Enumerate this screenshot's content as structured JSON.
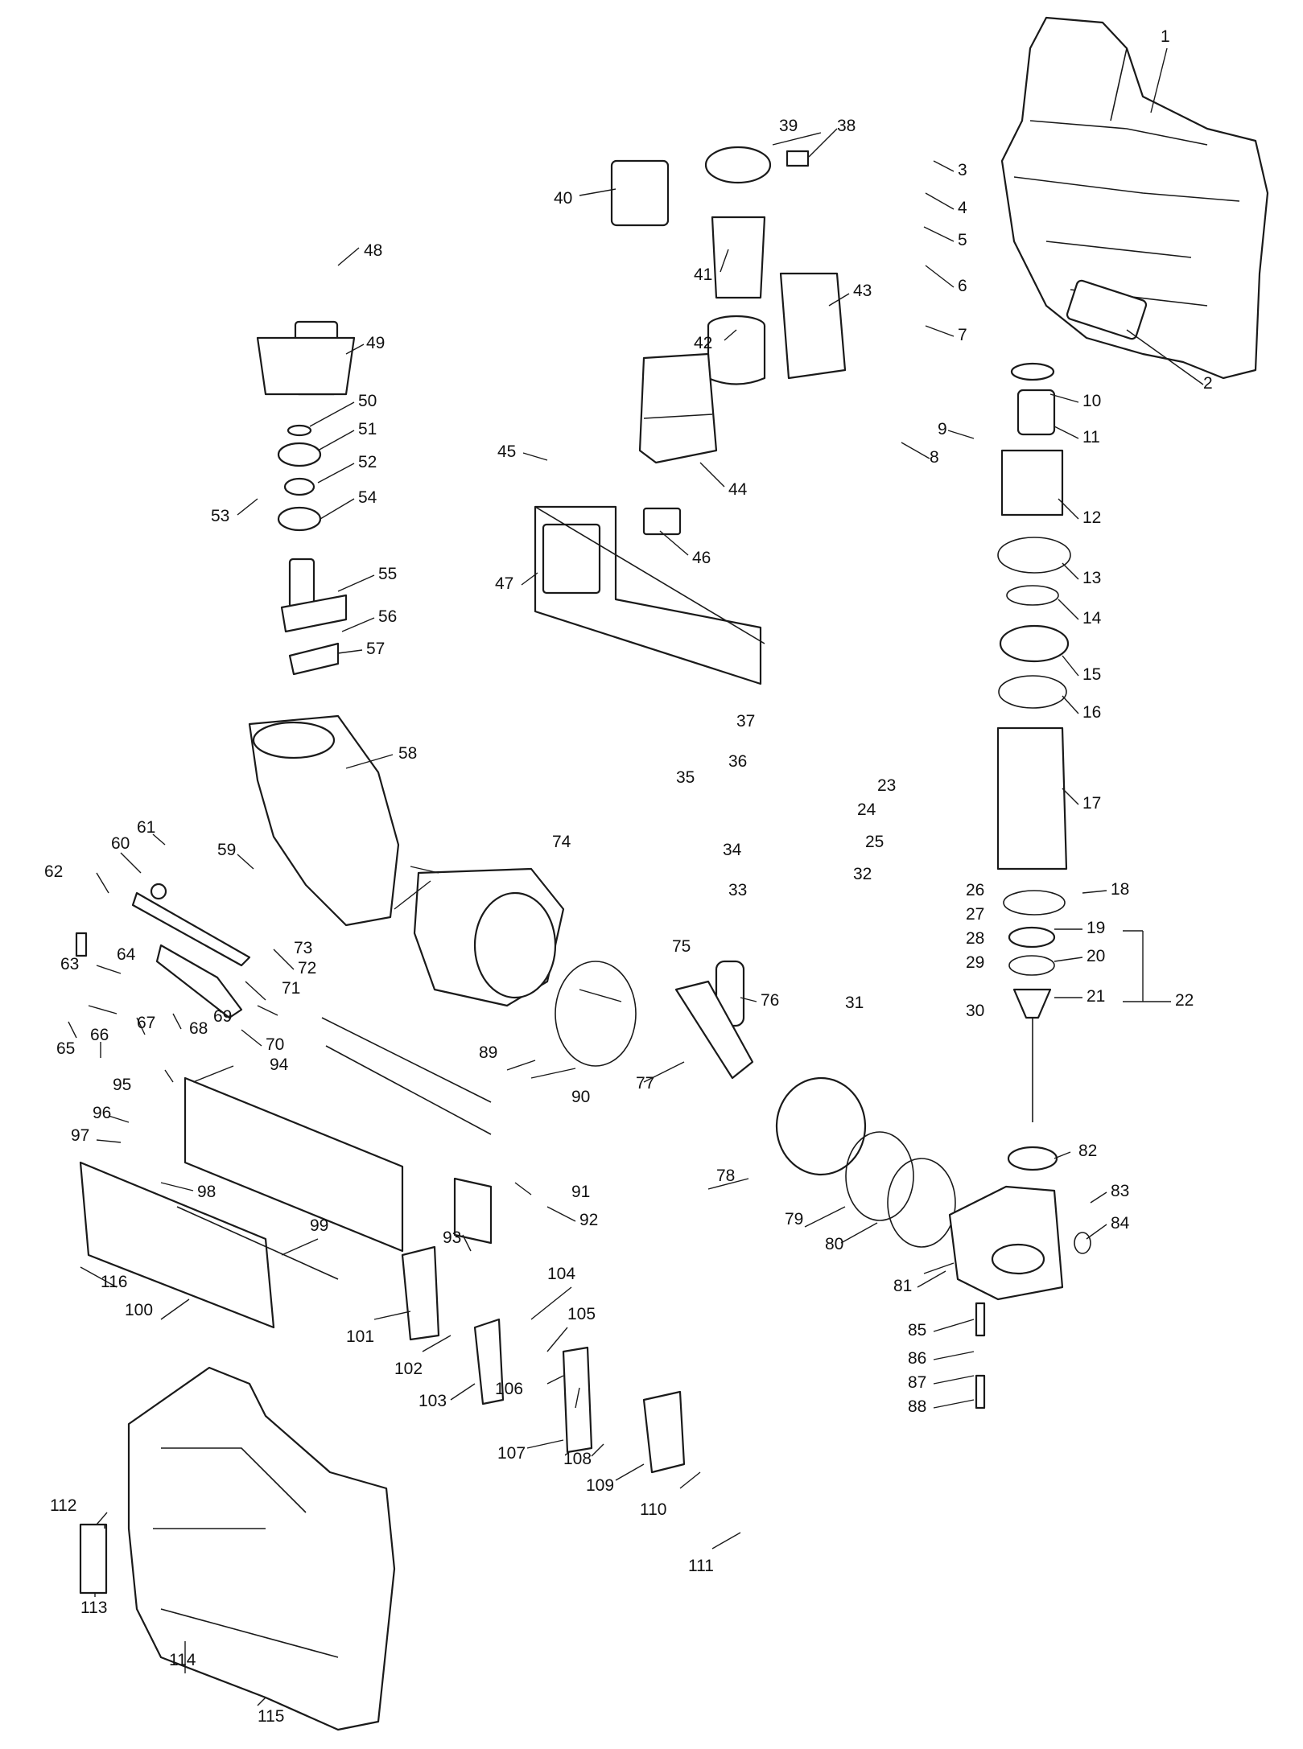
{
  "callouts": [
    {
      "id": "p1",
      "text": "1"
    },
    {
      "id": "p2",
      "text": "2"
    },
    {
      "id": "p3",
      "text": "3"
    },
    {
      "id": "p4",
      "text": "4"
    },
    {
      "id": "p5",
      "text": "5"
    },
    {
      "id": "p6",
      "text": "6"
    },
    {
      "id": "p7",
      "text": "7"
    },
    {
      "id": "p8",
      "text": "8"
    },
    {
      "id": "p9",
      "text": "9"
    },
    {
      "id": "p10",
      "text": "10"
    },
    {
      "id": "p11",
      "text": "11"
    },
    {
      "id": "p12",
      "text": "12"
    },
    {
      "id": "p13",
      "text": "13"
    },
    {
      "id": "p14",
      "text": "14"
    },
    {
      "id": "p15",
      "text": "15"
    },
    {
      "id": "p16",
      "text": "16"
    },
    {
      "id": "p17",
      "text": "17"
    },
    {
      "id": "p18",
      "text": "18"
    },
    {
      "id": "p19",
      "text": "19"
    },
    {
      "id": "p20",
      "text": "20"
    },
    {
      "id": "p21",
      "text": "21"
    },
    {
      "id": "p22",
      "text": "22"
    },
    {
      "id": "p23",
      "text": "23"
    },
    {
      "id": "p24",
      "text": "24"
    },
    {
      "id": "p25",
      "text": "25"
    },
    {
      "id": "p26",
      "text": "26"
    },
    {
      "id": "p27",
      "text": "27"
    },
    {
      "id": "p28",
      "text": "28"
    },
    {
      "id": "p29",
      "text": "29"
    },
    {
      "id": "p30",
      "text": "30"
    },
    {
      "id": "p31",
      "text": "31"
    },
    {
      "id": "p32",
      "text": "32"
    },
    {
      "id": "p33",
      "text": "33"
    },
    {
      "id": "p34",
      "text": "34"
    },
    {
      "id": "p35",
      "text": "35"
    },
    {
      "id": "p36",
      "text": "36"
    },
    {
      "id": "p37",
      "text": "37"
    },
    {
      "id": "p38",
      "text": "38"
    },
    {
      "id": "p39",
      "text": "39"
    },
    {
      "id": "p40",
      "text": "40"
    },
    {
      "id": "p41",
      "text": "41"
    },
    {
      "id": "p42",
      "text": "42"
    },
    {
      "id": "p43",
      "text": "43"
    },
    {
      "id": "p44",
      "text": "44"
    },
    {
      "id": "p45",
      "text": "45"
    },
    {
      "id": "p46",
      "text": "46"
    },
    {
      "id": "p47",
      "text": "47"
    },
    {
      "id": "p48",
      "text": "48"
    },
    {
      "id": "p49",
      "text": "49"
    },
    {
      "id": "p50",
      "text": "50"
    },
    {
      "id": "p51",
      "text": "51"
    },
    {
      "id": "p52",
      "text": "52"
    },
    {
      "id": "p53",
      "text": "53"
    },
    {
      "id": "p54",
      "text": "54"
    },
    {
      "id": "p55",
      "text": "55"
    },
    {
      "id": "p56",
      "text": "56"
    },
    {
      "id": "p57",
      "text": "57"
    },
    {
      "id": "p58",
      "text": "58"
    },
    {
      "id": "p59",
      "text": "59"
    },
    {
      "id": "p60",
      "text": "60"
    },
    {
      "id": "p61",
      "text": "61"
    },
    {
      "id": "p62",
      "text": "62"
    },
    {
      "id": "p63",
      "text": "63"
    },
    {
      "id": "p64",
      "text": "64"
    },
    {
      "id": "p65",
      "text": "65"
    },
    {
      "id": "p66",
      "text": "66"
    },
    {
      "id": "p67",
      "text": "67"
    },
    {
      "id": "p68",
      "text": "68"
    },
    {
      "id": "p69",
      "text": "69"
    },
    {
      "id": "p70",
      "text": "70"
    },
    {
      "id": "p71",
      "text": "71"
    },
    {
      "id": "p72",
      "text": "72"
    },
    {
      "id": "p73",
      "text": "73"
    },
    {
      "id": "p74",
      "text": "74"
    },
    {
      "id": "p75",
      "text": "75"
    },
    {
      "id": "p76",
      "text": "76"
    },
    {
      "id": "p77",
      "text": "77"
    },
    {
      "id": "p78",
      "text": "78"
    },
    {
      "id": "p79",
      "text": "79"
    },
    {
      "id": "p80",
      "text": "80"
    },
    {
      "id": "p81",
      "text": "81"
    },
    {
      "id": "p82",
      "text": "82"
    },
    {
      "id": "p83",
      "text": "83"
    },
    {
      "id": "p84",
      "text": "84"
    },
    {
      "id": "p85",
      "text": "85"
    },
    {
      "id": "p86",
      "text": "86"
    },
    {
      "id": "p87",
      "text": "87"
    },
    {
      "id": "p88",
      "text": "88"
    },
    {
      "id": "p89",
      "text": "89"
    },
    {
      "id": "p90",
      "text": "90"
    },
    {
      "id": "p91",
      "text": "91"
    },
    {
      "id": "p92",
      "text": "92"
    },
    {
      "id": "p93",
      "text": "93"
    },
    {
      "id": "p94",
      "text": "94"
    },
    {
      "id": "p95",
      "text": "95"
    },
    {
      "id": "p96",
      "text": "96"
    },
    {
      "id": "p97",
      "text": "97"
    },
    {
      "id": "p98",
      "text": "98"
    },
    {
      "id": "p99",
      "text": "99"
    },
    {
      "id": "p100",
      "text": "100"
    },
    {
      "id": "p101",
      "text": "101"
    },
    {
      "id": "p102",
      "text": "102"
    },
    {
      "id": "p103",
      "text": "103"
    },
    {
      "id": "p104",
      "text": "104"
    },
    {
      "id": "p105",
      "text": "105"
    },
    {
      "id": "p106",
      "text": "106"
    },
    {
      "id": "p107",
      "text": "107"
    },
    {
      "id": "p108",
      "text": "108"
    },
    {
      "id": "p109",
      "text": "109"
    },
    {
      "id": "p110",
      "text": "110"
    },
    {
      "id": "p111",
      "text": "111"
    },
    {
      "id": "p112",
      "text": "112"
    },
    {
      "id": "p113",
      "text": "113"
    },
    {
      "id": "p114",
      "text": "114"
    },
    {
      "id": "p115",
      "text": "115"
    },
    {
      "id": "p116",
      "text": "116"
    }
  ]
}
